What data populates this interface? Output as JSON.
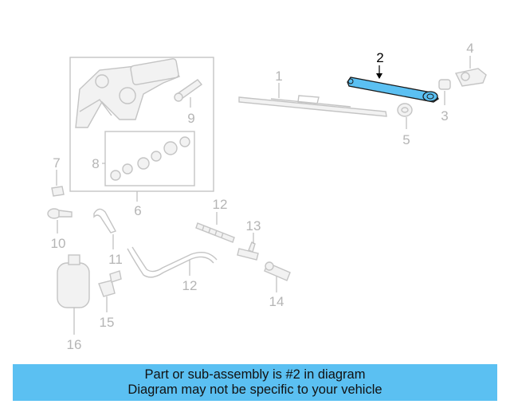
{
  "labels": {
    "p1": "1",
    "p2": "2",
    "p3": "3",
    "p4": "4",
    "p5": "5",
    "p6": "6",
    "p7": "7",
    "p8": "8",
    "p9": "9",
    "p10": "10",
    "p11": "11",
    "p12a": "12",
    "p12b": "12",
    "p13": "13",
    "p14": "14",
    "p15": "15",
    "p16": "16"
  },
  "highlight": {
    "part": "2",
    "color": "#5bc0f2"
  },
  "banner": {
    "line1": "Part or sub-assembly is #2 in diagram",
    "line2": "Diagram may not be specific to your vehicle",
    "background": "#5bc0f2"
  }
}
